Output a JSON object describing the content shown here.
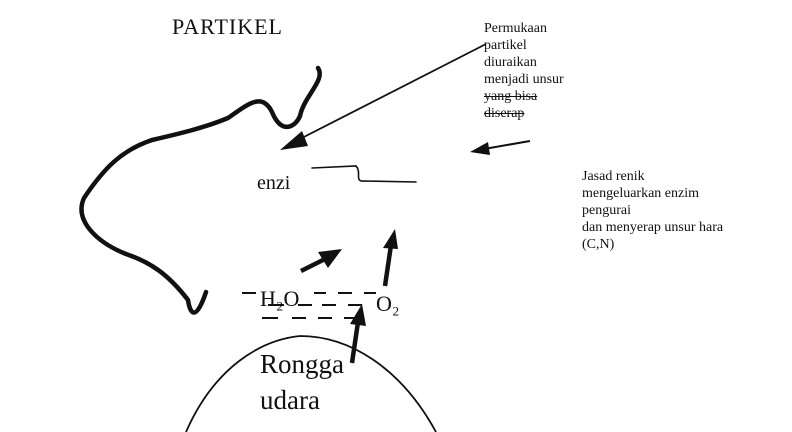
{
  "labels": {
    "title": "PARTIKEL",
    "particle_desc": [
      "Permukaan",
      "partikel",
      "diuraikan",
      "menjadi unsur",
      "yang bisa",
      "diserap"
    ],
    "microbe_desc": [
      "Jasad renik",
      "mengeluarkan enzim",
      "pengurai",
      "dan menyerap unsur hara",
      "(C,N)"
    ],
    "enzyme": "enzi",
    "water": "H₂O",
    "oxygen": "O₂",
    "air_cavity": [
      "Rongga",
      "udara"
    ]
  },
  "colors": {
    "ink": "#111111",
    "background": "#ffffff"
  }
}
